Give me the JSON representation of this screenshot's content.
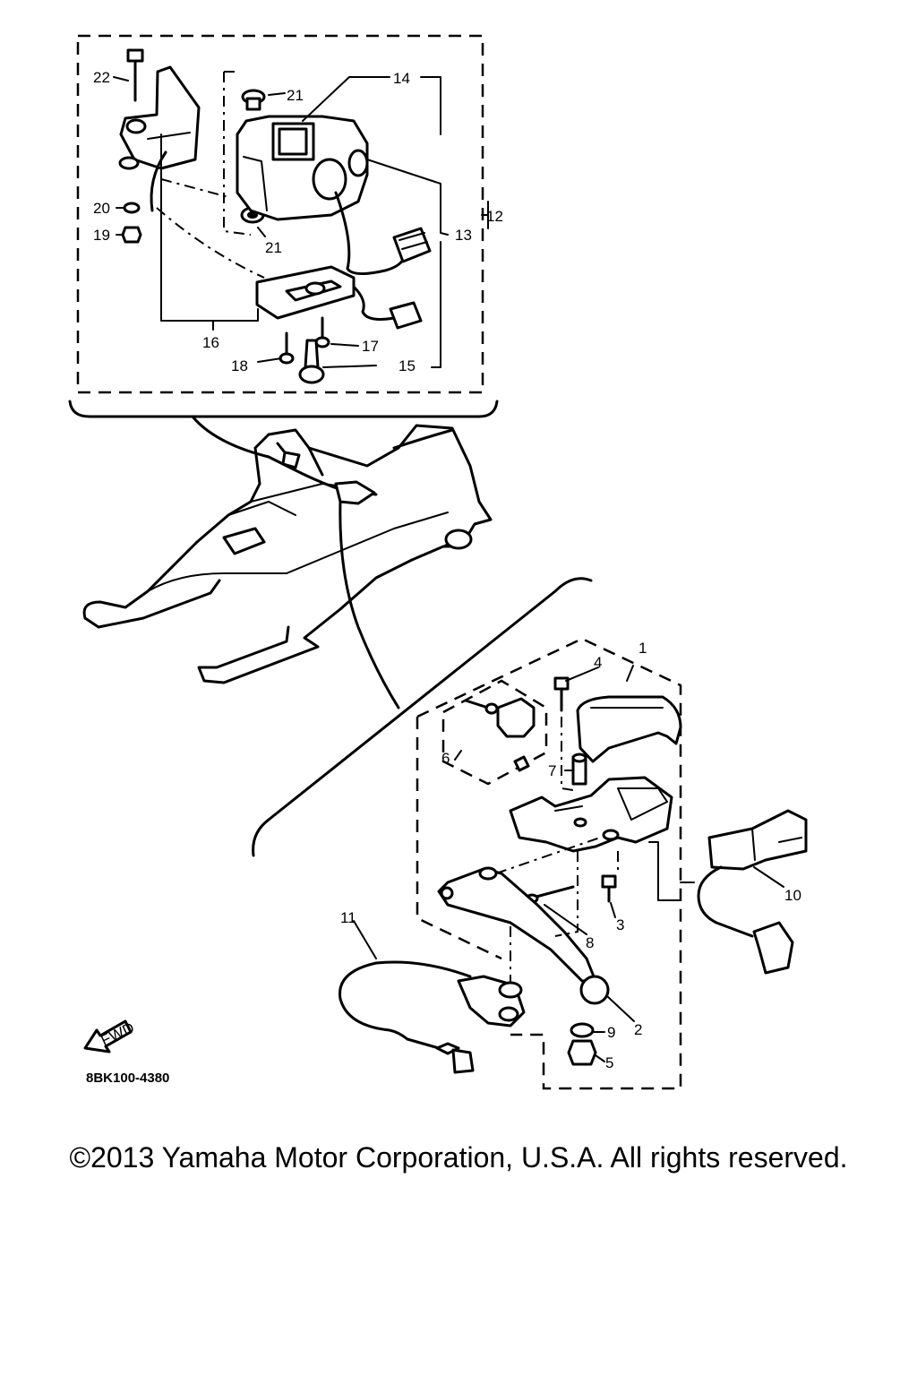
{
  "diagram": {
    "labels": {
      "p1": "1",
      "p2": "2",
      "p3": "3",
      "p4": "4",
      "p5": "5",
      "p6": "6",
      "p7": "7",
      "p8": "8",
      "p9": "9",
      "p10": "10",
      "p11": "11",
      "p12": "12",
      "p13": "13",
      "p14": "14",
      "p15": "15",
      "p16": "16",
      "p17": "17",
      "p18": "18",
      "p19": "19",
      "p20": "20",
      "p21a": "21",
      "p21b": "21",
      "p22": "22"
    },
    "fwd_label": "FWD",
    "drawing_code": "8BK100-4380"
  },
  "footer": {
    "copyright": "©2013 Yamaha Motor Corporation, U.S.A. All rights reserved."
  }
}
